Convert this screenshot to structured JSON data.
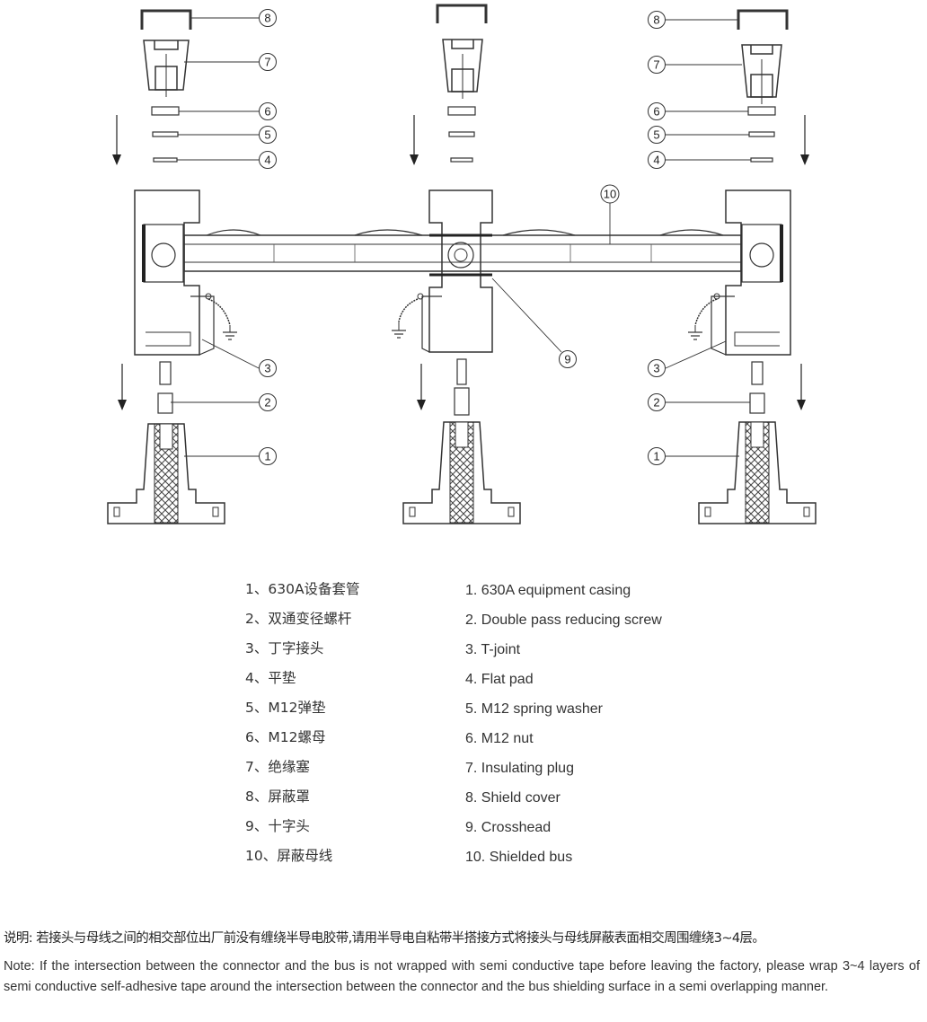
{
  "callouts": {
    "n1": "1",
    "n2": "2",
    "n3": "3",
    "n4": "4",
    "n5": "5",
    "n6": "6",
    "n7": "7",
    "n8": "8",
    "n9": "9",
    "n10": "10"
  },
  "legend_cn": [
    "1、630A设备套管",
    "2、双通变径螺杆",
    "3、丁字接头",
    "4、平垫",
    "5、M12弹垫",
    "6、M12螺母",
    "7、绝缘塞",
    "8、屏蔽罩",
    "9、十字头",
    "10、屏蔽母线"
  ],
  "legend_en": [
    "1. 630A equipment casing",
    "2. Double pass reducing screw",
    "3. T-joint",
    "4. Flat pad",
    "5. M12 spring washer",
    "6. M12 nut",
    "7. Insulating plug",
    "8. Shield cover",
    "9. Crosshead",
    "10. Shielded bus"
  ],
  "note_cn": "说明: 若接头与母线之间的相交部位出厂前没有缠绕半导电胶带,请用半导电自粘带半搭接方式将接头与母线屏蔽表面相交周围缠绕3~4层。",
  "note_en": "Note: If the intersection between the connector and the bus is not wrapped with semi conductive tape before leaving the factory, please wrap 3~4 layers of semi conductive self-adhesive tape around the intersection between the connector and the bus shielding surface in a semi overlapping manner."
}
